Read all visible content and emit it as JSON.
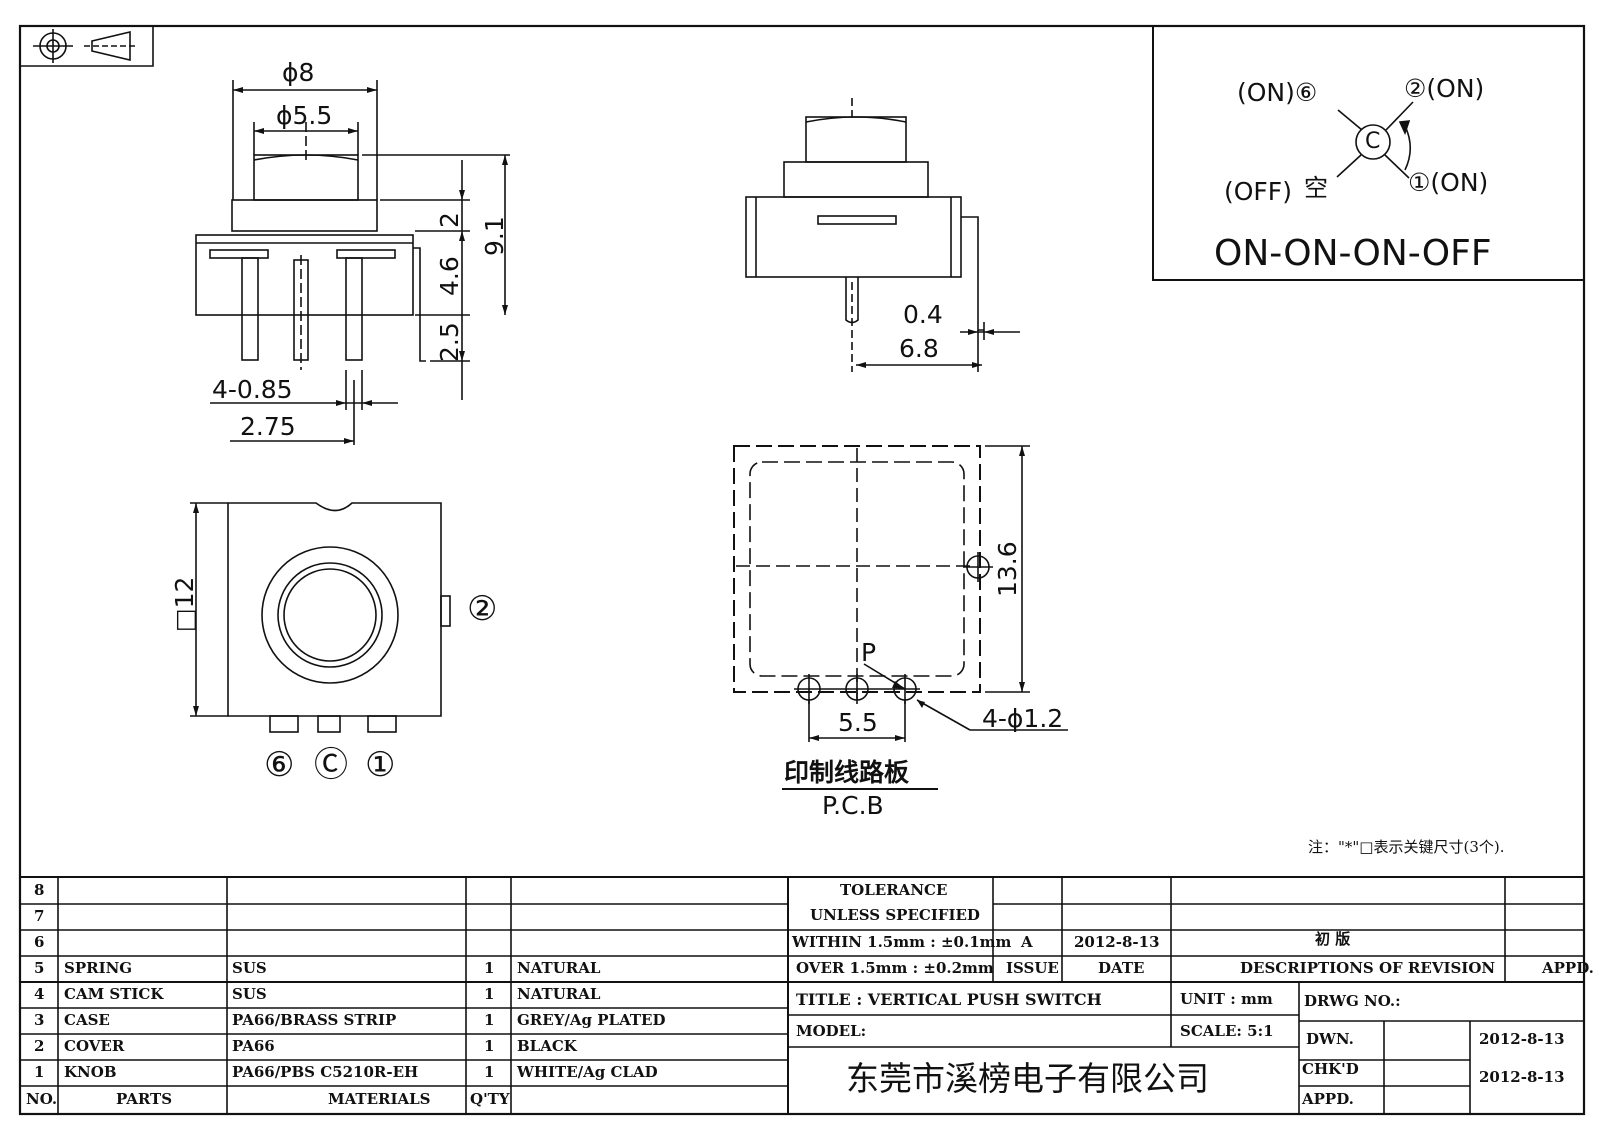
{
  "drawing": {
    "dims": {
      "phi8": "ϕ8",
      "phi5_5": "ϕ5.5",
      "d2": "2",
      "d9_1": "9.1",
      "d4_6": "4.6",
      "d2_5": "2.5",
      "d4_0_85": "4-0.85",
      "d2_75": "2.75",
      "d0_4": "0.4",
      "d6_8": "6.8",
      "sq12": "□12",
      "d13_6": "13.6",
      "d5_5": "5.5",
      "d4_phi1_2": "4-ϕ1.2",
      "p": "P"
    },
    "pins": {
      "pin2": "②",
      "pin6": "⑥",
      "pinc": "Ⓒ",
      "pin1": "①"
    },
    "pcb_cn": "印制线路板",
    "pcb_en": "P.C.B",
    "note": "注：\"*\"□表示关键尺寸(3个)."
  },
  "schematic": {
    "on6": "(ON)⑥",
    "on2": "②(ON)",
    "off": "(OFF)",
    "kong": "空",
    "on1": "①(ON)",
    "c": "C",
    "mode": "ON-ON-ON-OFF"
  },
  "parts_table": {
    "rows": [
      {
        "no": "8",
        "part": "",
        "material": "",
        "qty": "",
        "finish": ""
      },
      {
        "no": "7",
        "part": "",
        "material": "",
        "qty": "",
        "finish": ""
      },
      {
        "no": "6",
        "part": "",
        "material": "",
        "qty": "",
        "finish": ""
      },
      {
        "no": "5",
        "part": "SPRING",
        "material": "SUS",
        "qty": "1",
        "finish": "NATURAL"
      },
      {
        "no": "4",
        "part": "CAM STICK",
        "material": "SUS",
        "qty": "1",
        "finish": "NATURAL"
      },
      {
        "no": "3",
        "part": "CASE",
        "material": "PA66/BRASS STRIP",
        "qty": "1",
        "finish": "GREY/Ag PLATED"
      },
      {
        "no": "2",
        "part": "COVER",
        "material": "PA66",
        "qty": "1",
        "finish": "BLACK"
      },
      {
        "no": "1",
        "part": "KNOB",
        "material": "PA66/PBS C5210R-EH",
        "qty": "1",
        "finish": "WHITE/Ag CLAD"
      }
    ],
    "header": {
      "no": "NO.",
      "parts": "PARTS",
      "materials": "MATERIALS",
      "qty": "Q'TY"
    }
  },
  "title_block": {
    "tolerance_1": "TOLERANCE",
    "tolerance_2": "UNLESS  SPECIFIED",
    "within": "WITHIN 1.5mm : ±0.1mm",
    "over": "OVER 1.5mm : ±0.2mm",
    "issue_value": "A",
    "date_value": "2012-8-13",
    "revision_value": "初  版",
    "issue_label": "ISSUE",
    "date_label": "DATE",
    "desc_label": "DESCRIPTIONS OF REVISION",
    "appd_label": "APPD.",
    "title": "TITLE :  VERTICAL PUSH SWITCH",
    "unit": "UNIT :  mm",
    "drwg_no": "DRWG NO.:",
    "model": "MODEL:",
    "scale": "SCALE:  5:1",
    "dwn": "DWN.",
    "dwn_date": "2012-8-13",
    "chkd": "CHK'D",
    "chkd_date": "2012-8-13",
    "appd": "APPD.",
    "company": "东莞市溪榜电子有限公司"
  }
}
